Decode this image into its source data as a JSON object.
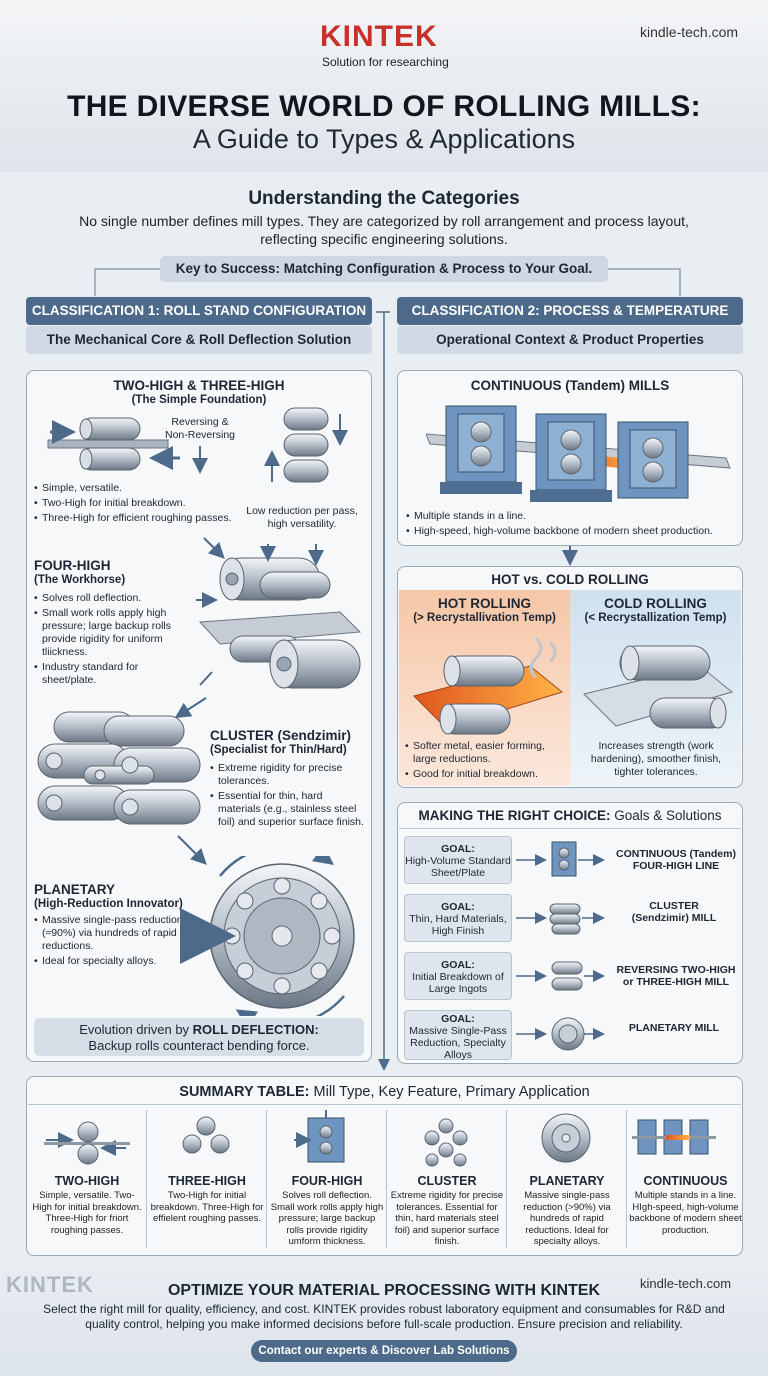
{
  "header": {
    "logo": "KINTEK",
    "logo_tagline": "Solution for researching",
    "website": "kindle-tech.com",
    "title_line1": "THE DIVERSE WORLD OF ROLLING MILLS:",
    "title_line2": "A Guide to Types & Applications"
  },
  "intro": {
    "title": "Understanding the Categories",
    "text": "No single number defines mill types. They are categorized by roll arrangement and process layout, reflecting specific engineering solutions.",
    "key": "Key to Success: Matching Configuration & Process to Your Goal."
  },
  "col1": {
    "header": "CLASSIFICATION 1: ROLL STAND CONFIGURATION",
    "subheader": "The Mechanical Core & Roll Deflection Solution",
    "two_three": {
      "title": "TWO-HIGH & THREE-HIGH",
      "subtitle": "(The Simple Foundation)",
      "reversing": "Reversing & Non-Reversing",
      "bullets": [
        "Simple, versatile.",
        "Two-High for initial breakdown.",
        "Three-High for efficient roughing passes."
      ],
      "note": "Low reduction per pass, high versatility."
    },
    "four_high": {
      "title": "FOUR-HIGH",
      "subtitle": "(The Workhorse)",
      "bullets": [
        "Solves roll deflection.",
        "Small work rolls apply high pressure; large backup rolls provide rigidity for uniform tliickness.",
        "Industry standard for sheet/plate."
      ]
    },
    "cluster": {
      "title": "CLUSTER (Sendzimir)",
      "subtitle": "(Specialist for Thin/Hard)",
      "bullets": [
        "Extreme rigidity for precise tolerances.",
        "Essential for thin, hard materials (e.g., stainless steel foil) and superior surface finish."
      ]
    },
    "planetary": {
      "title": "PLANETARY",
      "subtitle": "(High-Reduction Innovator)",
      "bullets": [
        "Massive single-pass reduction (≈90%) via hundreds of rapid reductions.",
        "Ideal for specialty alloys."
      ]
    },
    "evolution_line1a": "Evolution driven by ",
    "evolution_line1b": "ROLL DEFLECTION:",
    "evolution_line2": "Backup rolls counteract bending force."
  },
  "col2": {
    "header": "CLASSIFICATION 2: PROCESS & TEMPERATURE",
    "subheader": "Operational Context & Product Properties",
    "continuous": {
      "title": "CONTINUOUS (Tandem) MILLS",
      "bullets": [
        "Multiple stands in a line.",
        "High-speed, high-volume backbone of modern sheet production."
      ]
    },
    "hot_cold": {
      "title": "HOT vs. COLD ROLLING",
      "hot_title": "HOT ROLLING",
      "hot_sub": "(> Recrystallivation Temp)",
      "hot_bullets": [
        "Softer metal, easier forming, large reductions.",
        "Good for initial breakdown."
      ],
      "cold_title": "COLD ROLLING",
      "cold_sub": "(< Recrystallization Temp)",
      "cold_text": "Increases strength (work hardening), smoother finish, tighter tolerances."
    },
    "choice": {
      "title_bold": "MAKING THE RIGHT CHOICE:",
      "title_rest": " Goals & Solutions",
      "goal_label": "GOAL:",
      "goals": [
        {
          "goal": "High-Volume Standard Sheet/Plate",
          "solution": "CONTINUOUS (Tandem) FOUR-HIGH LINE"
        },
        {
          "goal": "Thin, Hard Materials, High Finish",
          "solution": "CLUSTER (Sendzimir) MILL"
        },
        {
          "goal": "Initial Breakdown of Large Ingots",
          "solution": "REVERSING TWO-HIGH or THREE-HIGH MILL"
        },
        {
          "goal": "Massive Single-Pass Reduction, Specialty Alloys",
          "solution": "PLANETARY MILL"
        }
      ]
    }
  },
  "summary": {
    "title_bold": "SUMMARY TABLE:",
    "title_rest": " Mill Type, Key Feature, Primary Application",
    "columns": [
      {
        "name": "TWO-HIGH",
        "text": "Simple, versatile. Two-High for initial breakdown. Three-High for friort roughing passes."
      },
      {
        "name": "THREE-HIGH",
        "text": "Two-High for initial breakdown. Three-High for effielent roughing passes."
      },
      {
        "name": "FOUR-HIGH",
        "text": "Solves roll deflection. Small work rolls apply high pressure; large backup rolls provide rigidity umform thickness."
      },
      {
        "name": "CLUSTER",
        "text": "Extreme rigidity for precise tolerances. Essential for thin, hard materials steel foil) and superior surface finish."
      },
      {
        "name": "PLANETARY",
        "text": "Massive single-pass reduction (>90%) via hundreds of rapid reductions. Ideal for specialty alloys."
      },
      {
        "name": "CONTINUOUS",
        "text": "Multiple stands in a line. HIgh-speed, high-volume backbone of modern sheet production."
      }
    ]
  },
  "footer": {
    "logo": "KINTEK",
    "website": "kindle-tech.com",
    "title": "OPTIMIZE YOUR MATERIAL PROCESSING WITH KINTEK",
    "text": "Select the right mill for quality, efficiency, and cost. KINTEK provides robust laboratory equipment and consumables for R&D and quality control, helping you make informed decisions before full-scale production. Ensure precision and reliability.",
    "cta": "Contact our experts & Discover Lab Solutions"
  },
  "colors": {
    "brand_red": "#c8312a",
    "header_blue": "#4d6a8a",
    "sub_blue": "#d1dae4"
  }
}
